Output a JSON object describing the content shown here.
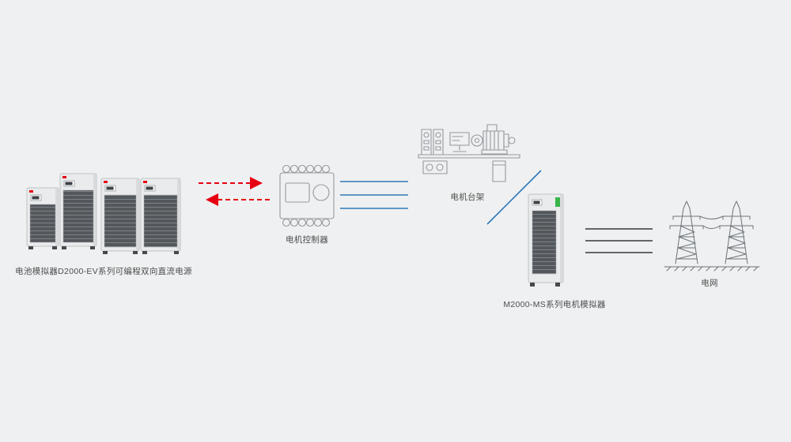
{
  "page": {
    "background": "#eff0f1"
  },
  "colors": {
    "bg": "#eff0f1",
    "red": "#e60012",
    "blue": "#2e78b8",
    "dark-line": "#33383b",
    "sketch": "#949a9e",
    "tower": "#6e757a",
    "label": "#4d4d4d",
    "green": "#39b54a"
  },
  "diagram": {
    "type": "system-connection-diagram",
    "flow": [
      "battery_simulator",
      "motor_controller",
      "motor_bench",
      "motor_simulator",
      "power_grid"
    ]
  },
  "labels": {
    "battery_simulator": "电池模拟器D2000-EV系列可编程双向直流电源",
    "motor_controller": "电机控制器",
    "motor_bench": "电机台架",
    "motor_simulator": "M2000-MS系列电机模拟器",
    "power_grid": "电网"
  },
  "connections": [
    {
      "from": "battery_simulator",
      "to": "motor_controller",
      "style": "red-dashed-arrows-bidirectional"
    },
    {
      "from": "motor_controller",
      "to": "motor_bench",
      "style": "three-blue-lines"
    },
    {
      "from": "motor_bench",
      "to": "motor_simulator",
      "style": "blue-diagonal-line"
    },
    {
      "from": "motor_simulator",
      "to": "power_grid",
      "style": "three-black-lines"
    }
  ]
}
